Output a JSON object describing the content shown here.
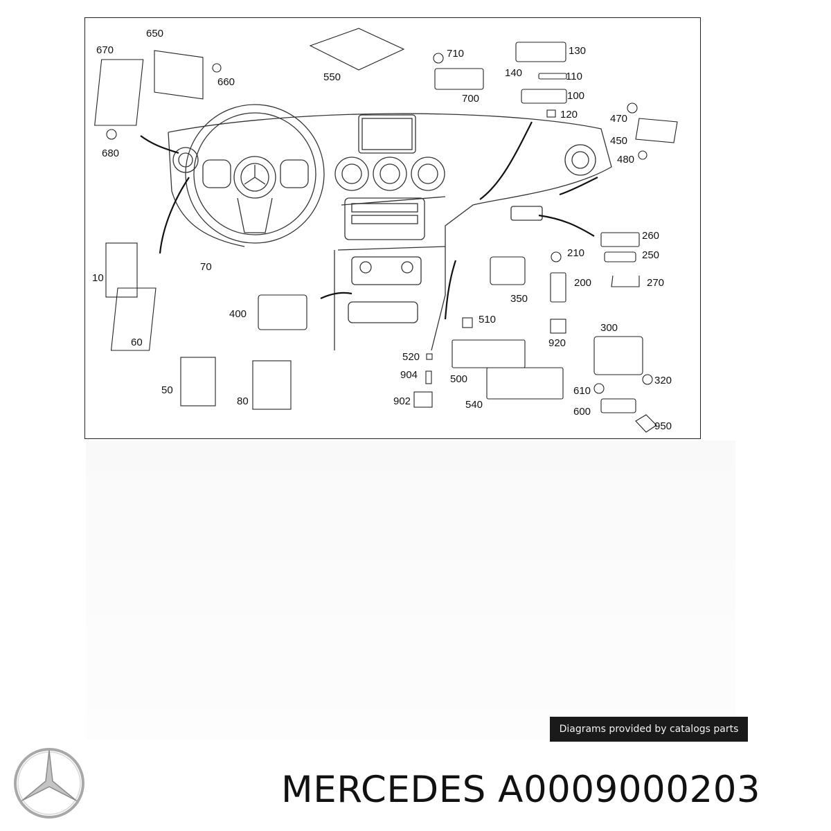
{
  "diagram": {
    "callouts": [
      {
        "id": "650",
        "text": "650"
      },
      {
        "id": "670",
        "text": "670"
      },
      {
        "id": "660",
        "text": "660"
      },
      {
        "id": "680",
        "text": "680"
      },
      {
        "id": "550",
        "text": "550"
      },
      {
        "id": "710",
        "text": "710"
      },
      {
        "id": "700",
        "text": "700"
      },
      {
        "id": "130",
        "text": "130"
      },
      {
        "id": "140",
        "text": "140"
      },
      {
        "id": "110",
        "text": "110"
      },
      {
        "id": "100",
        "text": "100"
      },
      {
        "id": "120",
        "text": "120"
      },
      {
        "id": "470",
        "text": "470"
      },
      {
        "id": "450",
        "text": "450"
      },
      {
        "id": "480",
        "text": "480"
      },
      {
        "id": "260",
        "text": "260"
      },
      {
        "id": "250",
        "text": "250"
      },
      {
        "id": "210",
        "text": "210"
      },
      {
        "id": "200",
        "text": "200"
      },
      {
        "id": "270",
        "text": "270"
      },
      {
        "id": "350",
        "text": "350"
      },
      {
        "id": "10",
        "text": "10"
      },
      {
        "id": "70",
        "text": "70"
      },
      {
        "id": "60",
        "text": "60"
      },
      {
        "id": "400",
        "text": "400"
      },
      {
        "id": "50",
        "text": "50"
      },
      {
        "id": "80",
        "text": "80"
      },
      {
        "id": "510",
        "text": "510"
      },
      {
        "id": "520",
        "text": "520"
      },
      {
        "id": "904",
        "text": "904"
      },
      {
        "id": "902",
        "text": "902"
      },
      {
        "id": "500",
        "text": "500"
      },
      {
        "id": "540",
        "text": "540"
      },
      {
        "id": "920",
        "text": "920"
      },
      {
        "id": "300",
        "text": "300"
      },
      {
        "id": "320",
        "text": "320"
      },
      {
        "id": "610",
        "text": "610"
      },
      {
        "id": "600",
        "text": "600"
      },
      {
        "id": "950",
        "text": "950"
      }
    ]
  },
  "credit": {
    "text": "Diagrams provided by catalogs parts"
  },
  "title": {
    "text": "MERCEDES A0009000203"
  },
  "logo": {
    "icon": "mercedes-star-icon",
    "color": "#9a9a9a"
  }
}
